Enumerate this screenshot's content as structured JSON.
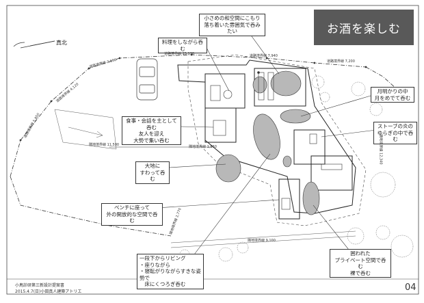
{
  "title": "お酒を楽しむ",
  "north_label": "真北",
  "page_number": "04",
  "footer": {
    "line1": "小鳥診研第三新設計提案書",
    "line2": "2015.4.7(日)小田真人建築アトリエ"
  },
  "callouts": {
    "washitsu": "小さめの和空間にこもり\n落ち着いた雰囲気で呑みたい",
    "ryori": "料理をしながら呑む",
    "shokuji": "食事・会話を主として呑む\n友人を迎え\n大勢で集い呑む",
    "daichi": "大地に\nすわって呑む",
    "bench": "ベンチに座って\n外の開放的な空間で呑む",
    "ichidan": "一段下からリビング\n・座りながら\n・寝転がりながらすきな姿勢で\n　床にくつろぎ呑む",
    "tsukiakari": "月明かりの中\n月をめでて呑む",
    "stove": "ストーブの炎の\nゆらぎの中で呑む",
    "kakomare": "囲われた\nプライベート空間で呑む\n裸で呑む"
  },
  "boundary_labels": {
    "b1": "道路境界線 15,130",
    "b2": "道路境界線 7,940",
    "b3": "道路境界線 7,200",
    "b4": "道路境界線 3,650",
    "b5": "道路境界線 4,120",
    "b6": "道路境界線 5,850",
    "b7": "隣地境界線 11,500",
    "b8": "隣地境界線 1,860",
    "b9": "隣地境界線 12,340",
    "b10": "隣地境界線 2,770",
    "b11": "隣地境界線 9,100"
  }
}
